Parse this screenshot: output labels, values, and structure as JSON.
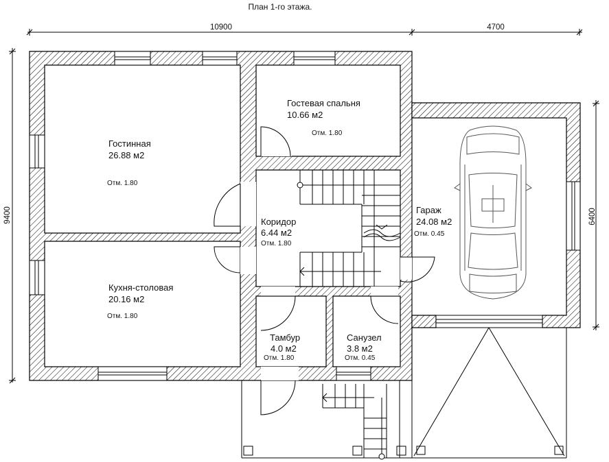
{
  "title": "План 1-го этажа.",
  "dimensions": {
    "top_left": "10900",
    "top_right": "4700",
    "left": "9400",
    "right": "6400"
  },
  "rooms": {
    "living": {
      "name": "Гостинная",
      "area": "26.88 м2",
      "elevation": "Отм. 1.80"
    },
    "guest_bedroom": {
      "name": "Гостевая спальня",
      "area": "10.66 м2",
      "elevation": "Отм. 1.80"
    },
    "corridor": {
      "name": "Коридор",
      "area": "6.44 м2",
      "elevation": "Отм. 1.80"
    },
    "garage": {
      "name": "Гараж",
      "area": "24.08 м2",
      "elevation": "Отм. 0.45"
    },
    "kitchen": {
      "name": "Кухня-столовая",
      "area": "20.16 м2",
      "elevation": "Отм. 1.80"
    },
    "vestibule": {
      "name": "Тамбур",
      "area": "4.0 м2",
      "elevation": "Отм. 1.80"
    },
    "bathroom": {
      "name": "Санузел",
      "area": "3.8 м2",
      "elevation": "Отм. 0.45"
    }
  }
}
